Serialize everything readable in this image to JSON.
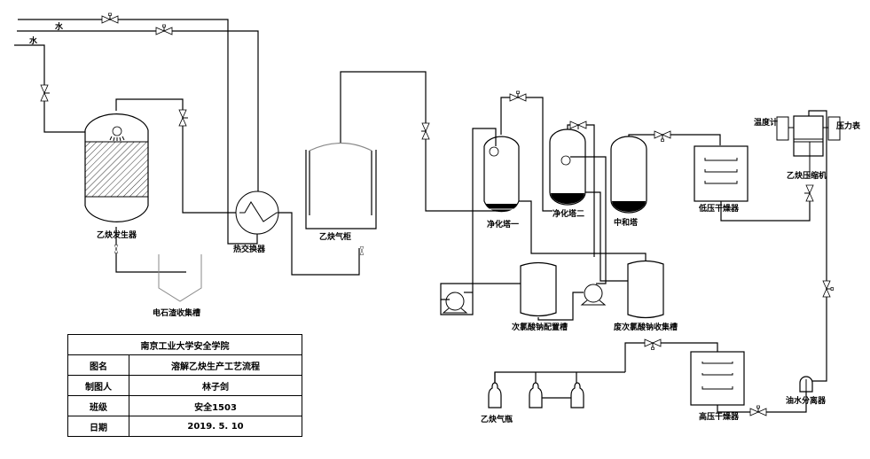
{
  "diagram": {
    "inlet_labels": {
      "water_1": "水",
      "water_2": "水"
    },
    "equipment": {
      "acetylene_generator": "乙炔发生器",
      "heat_exchanger": "热交换器",
      "carbide_slag_tank": "电石渣收集槽",
      "gas_holder": "乙炔气柜",
      "purification_tower_1": "净化塔一",
      "purification_tower_2": "净化塔二",
      "neutralization_tower": "中和塔",
      "low_pressure_dryer": "低压干燥器",
      "compressor": "乙炔压缩机",
      "thermometer": "温度计",
      "pressure_gauge": "压力表",
      "hypochlorite_prep_tank": "次氯酸钠配置槽",
      "waste_hypochlorite_tank": "废次氯酸钠收集槽",
      "oil_water_separator": "油水分离器",
      "high_pressure_dryer": "高压干燥器",
      "acetylene_cylinders": "乙炔气瓶"
    }
  },
  "title_block": {
    "header": "南京工业大学安全学院",
    "rows": [
      {
        "key": "图名",
        "value": "溶解乙炔生产工艺流程"
      },
      {
        "key": "制图人",
        "value": "林子剑"
      },
      {
        "key": "班级",
        "value": "安全1503"
      },
      {
        "key": "日期",
        "value": "2019. 5. 10"
      }
    ]
  }
}
